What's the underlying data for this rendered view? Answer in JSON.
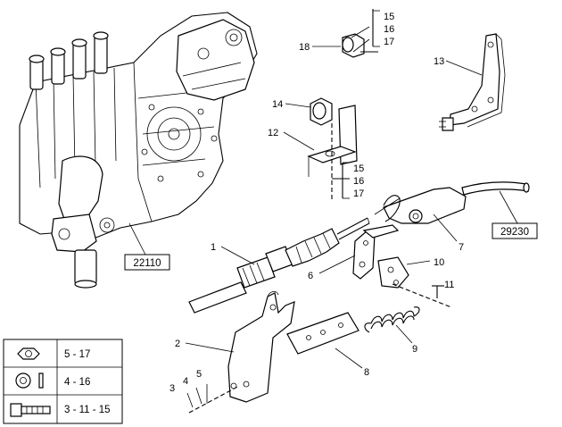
{
  "callouts": {
    "c1": "1",
    "c2": "2",
    "c3": "3",
    "c4": "4",
    "c5": "5",
    "c6": "6",
    "c7": "7",
    "c8": "8",
    "c9": "9",
    "c10": "10",
    "c11": "11",
    "c12": "12",
    "c13": "13",
    "c14": "14",
    "c18": "18",
    "top_bracket": [
      "15",
      "16",
      "17"
    ],
    "mid_bracket": [
      "15",
      "16",
      "17"
    ]
  },
  "references": {
    "pump_group": "22110",
    "hose_group": "29230"
  },
  "legend": {
    "rows": [
      {
        "icon": "hex-nut-icon",
        "value": "5 - 17"
      },
      {
        "icon": "washer-icon",
        "value": "4 - 16"
      },
      {
        "icon": "bolt-icon",
        "value": "3 - 11 - 15"
      }
    ]
  }
}
